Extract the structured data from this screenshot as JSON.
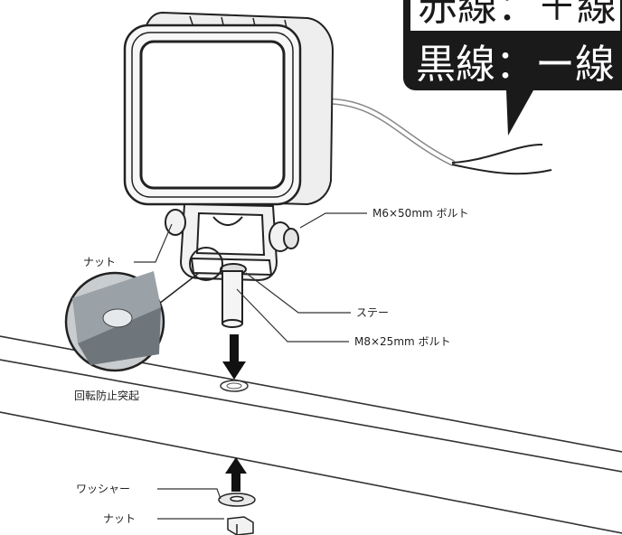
{
  "callout": {
    "line1": "赤線：＋線",
    "line2": "黒線：ー線"
  },
  "labels": {
    "bolt_m6": "M6×50mm ボルト",
    "nut_top": "ナット",
    "stay": "ステー",
    "bolt_m8": "M8×25mm ボルト",
    "anti_rotation": "回転防止突起",
    "washer": "ワッシャー",
    "nut_bottom": "ナット"
  }
}
